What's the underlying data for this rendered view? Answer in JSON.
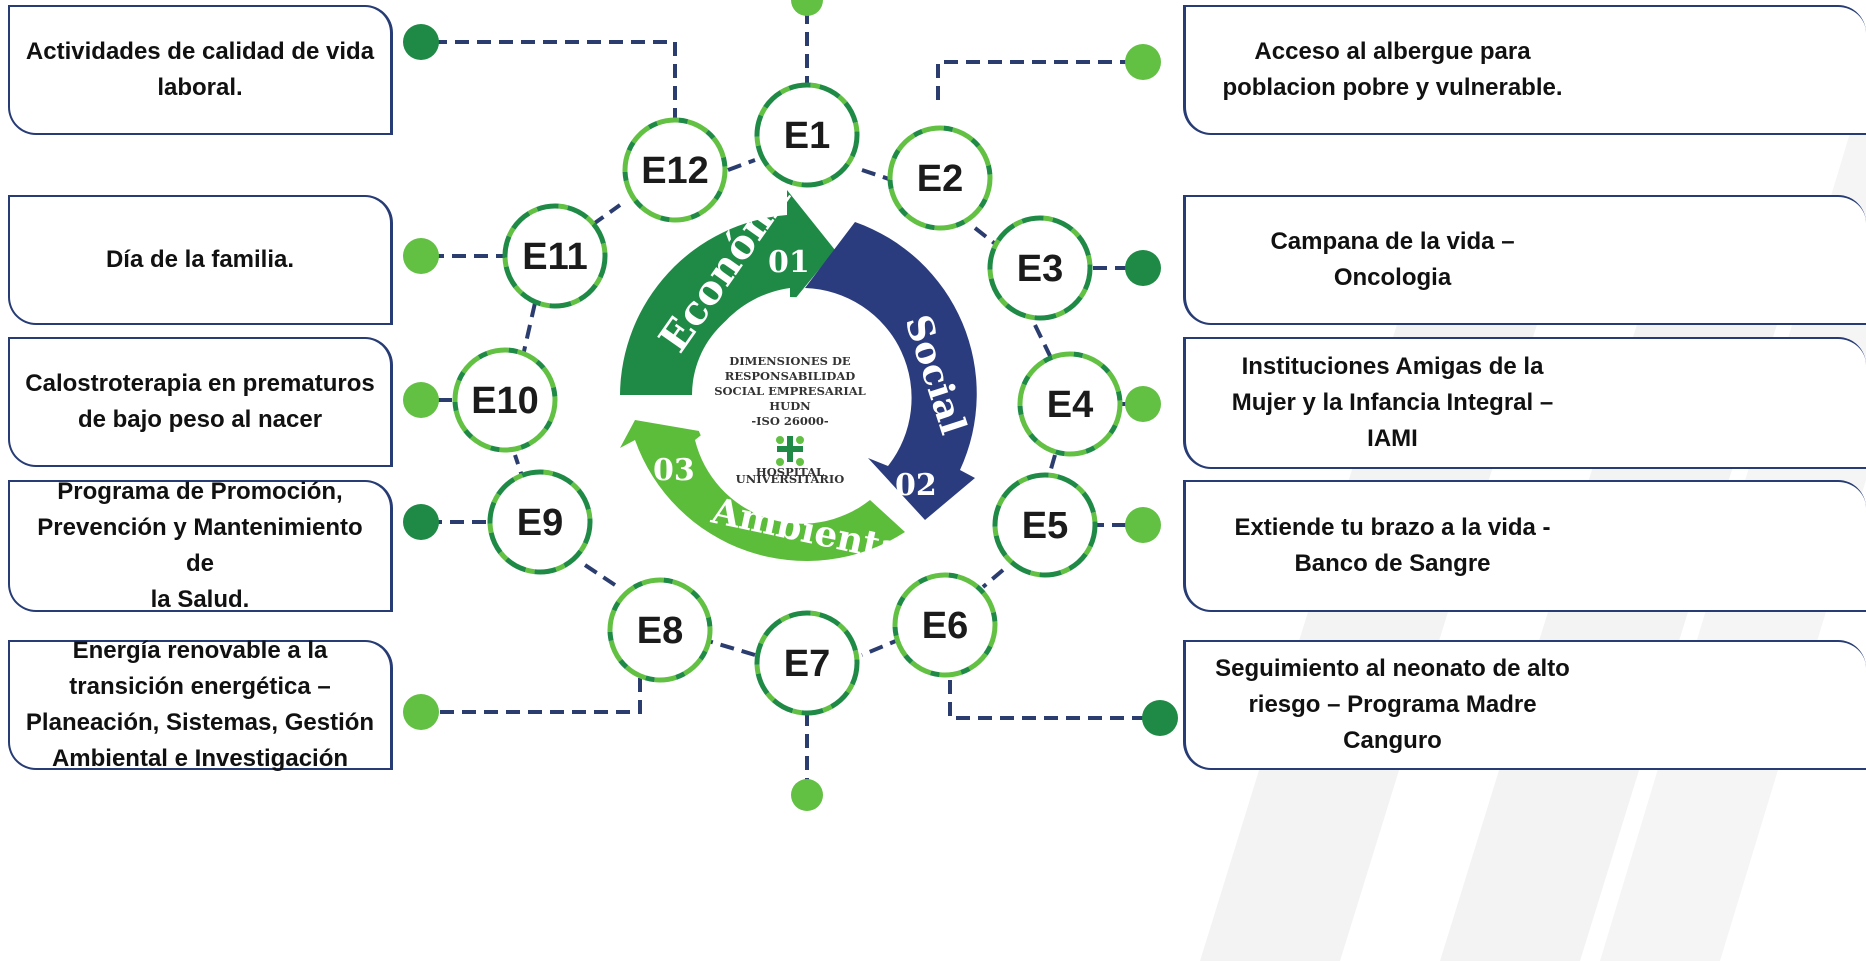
{
  "center": {
    "lines": [
      "DIMENSIONES DE",
      "RESPONSABILIDAD",
      "SOCIAL EMPRESARIAL",
      "HUDN",
      "-ISO 26000-"
    ],
    "logo_text": [
      "HOSPITAL",
      "UNIVERSITARIO"
    ]
  },
  "arcs": {
    "economica": {
      "label": "Económica",
      "num": "01",
      "color": "#1e8a45"
    },
    "social": {
      "label": "Social",
      "num": "02",
      "color": "#2b3c7e"
    },
    "ambiental": {
      "label": "Ambiental",
      "num": "03",
      "color": "#5cbd3a"
    }
  },
  "colors": {
    "navy": "#273c75",
    "dark_green": "#1e8a45",
    "light_green": "#62c043",
    "line": "#2b3c6f"
  },
  "nodes": [
    {
      "id": "E1",
      "label": "E1"
    },
    {
      "id": "E2",
      "label": "E2"
    },
    {
      "id": "E3",
      "label": "E3"
    },
    {
      "id": "E4",
      "label": "E4"
    },
    {
      "id": "E5",
      "label": "E5"
    },
    {
      "id": "E6",
      "label": "E6"
    },
    {
      "id": "E7",
      "label": "E7"
    },
    {
      "id": "E8",
      "label": "E8"
    },
    {
      "id": "E9",
      "label": "E9"
    },
    {
      "id": "E10",
      "label": "E10"
    },
    {
      "id": "E11",
      "label": "E11"
    },
    {
      "id": "E12",
      "label": "E12"
    }
  ],
  "boxes_left": [
    {
      "lines": [
        "Actividades de calidad de vida",
        "laboral."
      ]
    },
    {
      "lines": [
        "Día de la familia."
      ]
    },
    {
      "lines": [
        "Calostroterapia en prematuros",
        "de bajo peso al nacer"
      ]
    },
    {
      "lines": [
        "Programa de Promoción,",
        "Prevención y Mantenimiento de",
        "la Salud."
      ]
    },
    {
      "lines": [
        "Energía renovable a la",
        "transición energética –",
        "Planeación, Sistemas, Gestión",
        "Ambiental e Investigación"
      ]
    }
  ],
  "boxes_right": [
    {
      "lines": [
        "Acceso al albergue para",
        "poblacion pobre y vulnerable."
      ]
    },
    {
      "lines": [
        "Campana de la vida –",
        "Oncologia"
      ]
    },
    {
      "lines": [
        "Instituciones Amigas de la",
        "Mujer y la Infancia Integral –",
        "IAMI"
      ]
    },
    {
      "lines": [
        "Extiende tu brazo a la vida -",
        "Banco de Sangre"
      ]
    },
    {
      "lines": [
        "Seguimiento al neonato de alto",
        "riesgo – Programa Madre",
        "Canguro"
      ]
    }
  ]
}
